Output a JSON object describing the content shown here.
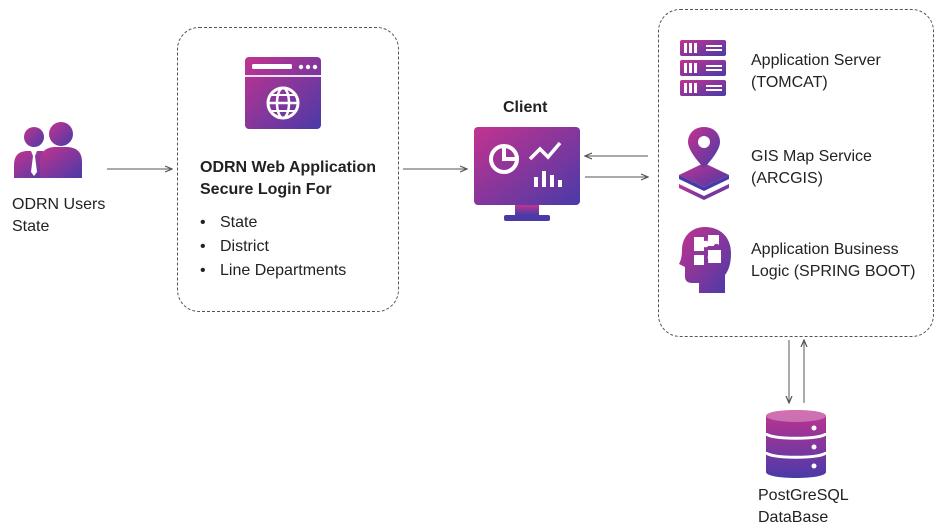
{
  "users": {
    "label_line1": "ODRN Users",
    "label_line2": "State",
    "icon": "users-icon"
  },
  "web_app": {
    "title_line1": "ODRN Web Application",
    "title_line2": "Secure Login For",
    "items": [
      "State",
      "District",
      "Line Departments"
    ],
    "icon": "web-browser-globe-icon"
  },
  "client": {
    "label": "Client",
    "icon": "monitor-dashboard-icon"
  },
  "services": [
    {
      "line1": "Application Server",
      "line2": "(TOMCAT)",
      "icon": "server-rack-icon"
    },
    {
      "line1": "GIS Map Service",
      "line2": "(ARCGIS)",
      "icon": "map-layers-pin-icon"
    },
    {
      "line1": "Application Business",
      "line2": "Logic (SPRING BOOT)",
      "icon": "head-puzzle-icon"
    }
  ],
  "database": {
    "line1": "PostGreSQL",
    "line2": "DataBase",
    "icon": "database-icon"
  },
  "colors": {
    "gradient_start": "#c2338f",
    "gradient_end": "#4a3aa8",
    "arrow": "#555555",
    "border": "#555555"
  }
}
